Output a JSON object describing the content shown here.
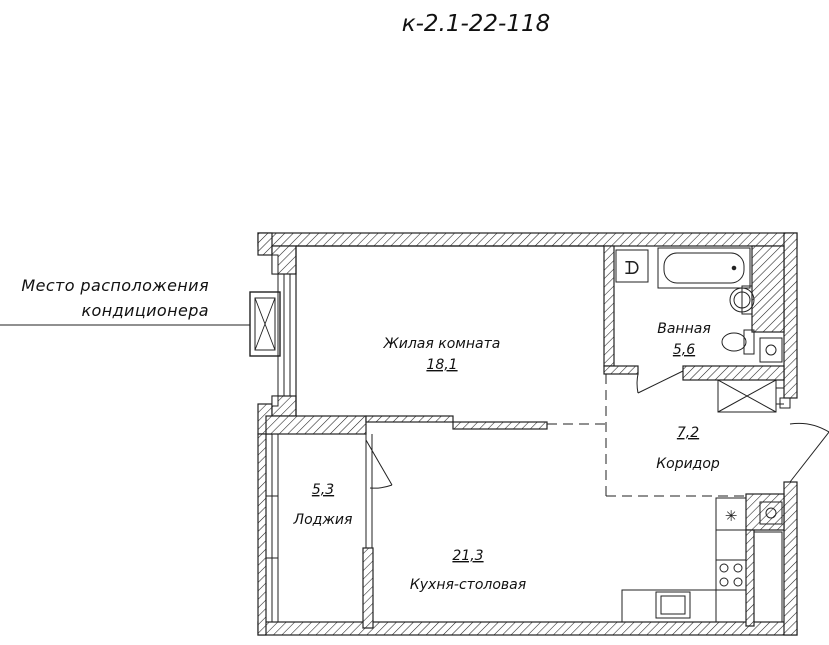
{
  "plan_code": "к-2.1-22-118",
  "annotation": {
    "line1": "Место расположения",
    "line2": "кондиционера"
  },
  "rooms": [
    {
      "id": "living",
      "name": "Жилая комната",
      "area": "18,1"
    },
    {
      "id": "bath",
      "name": "Ванная",
      "area": "5,6"
    },
    {
      "id": "corridor",
      "name": "Коридор",
      "area": "7,2"
    },
    {
      "id": "loggia",
      "name": "Лоджия",
      "area": "5,3"
    },
    {
      "id": "kitchen",
      "name": "Кухня-столовая",
      "area": "21,3"
    }
  ]
}
